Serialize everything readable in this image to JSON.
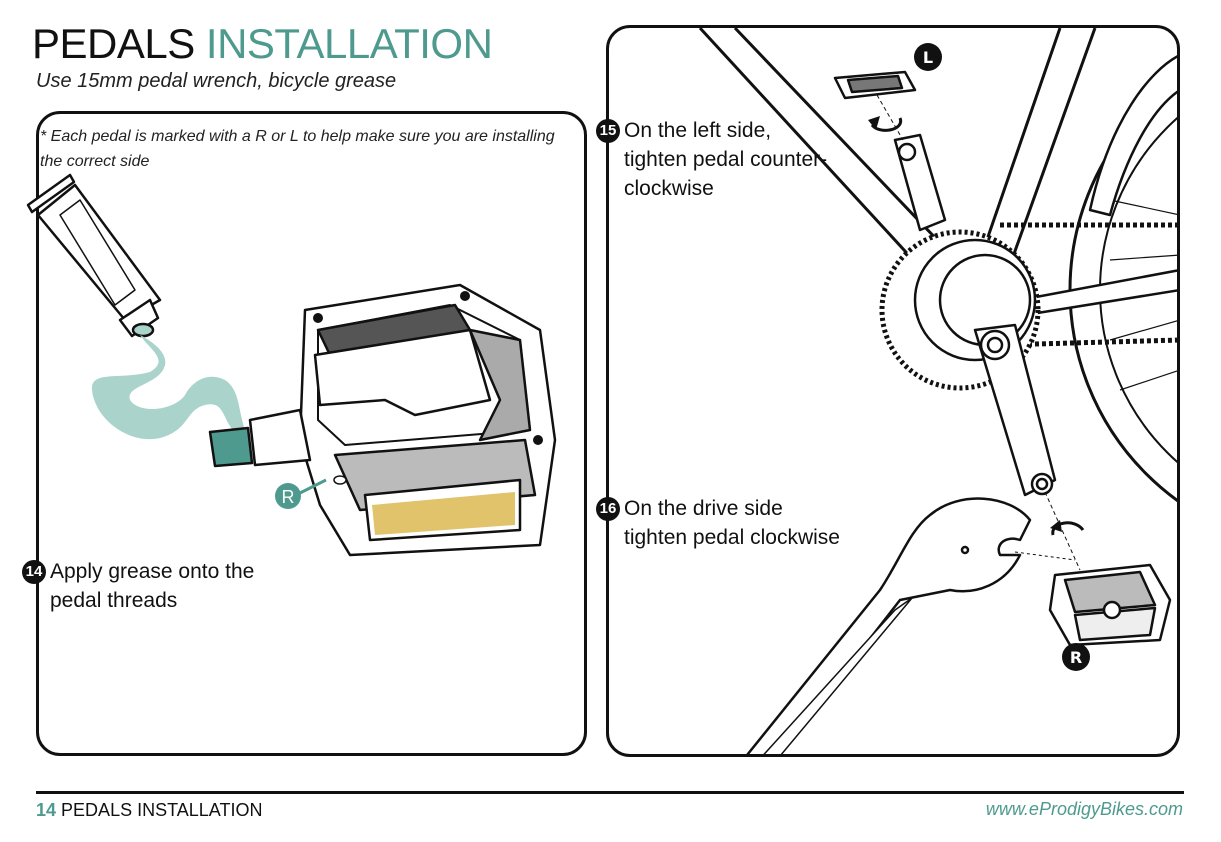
{
  "header": {
    "title_part1": "PEDALS",
    "title_part2": "INSTALLATION",
    "subtitle": "Use 15mm pedal wrench, bicycle grease"
  },
  "left_panel": {
    "note": "* Each pedal is marked with a R or L to help make sure you are installing the correct side",
    "pedal_marker": "R",
    "step": {
      "number": "14",
      "line1": "Apply grease onto the",
      "line2": "pedal threads"
    }
  },
  "right_panel": {
    "step15": {
      "number": "15",
      "line1": "On the left side,",
      "line2": "tighten pedal counter-",
      "line3": "clockwise"
    },
    "step16": {
      "number": "16",
      "line1": "On the drive side",
      "line2": "tighten pedal clockwise"
    },
    "left_marker": "L",
    "right_marker": "R"
  },
  "footer": {
    "page_number": "14",
    "section": "PEDALS INSTALLATION",
    "website": "www.eProdigyBikes.com"
  },
  "colors": {
    "accent": "#4e9a8e",
    "grease": "#a9d3cb",
    "reflector": "#e1c36b",
    "ink": "#111111"
  },
  "icons": [
    "grease-tube-icon",
    "pedal-icon",
    "bicycle-crank-icon",
    "pedal-wrench-icon",
    "rotation-arrow-icon"
  ]
}
